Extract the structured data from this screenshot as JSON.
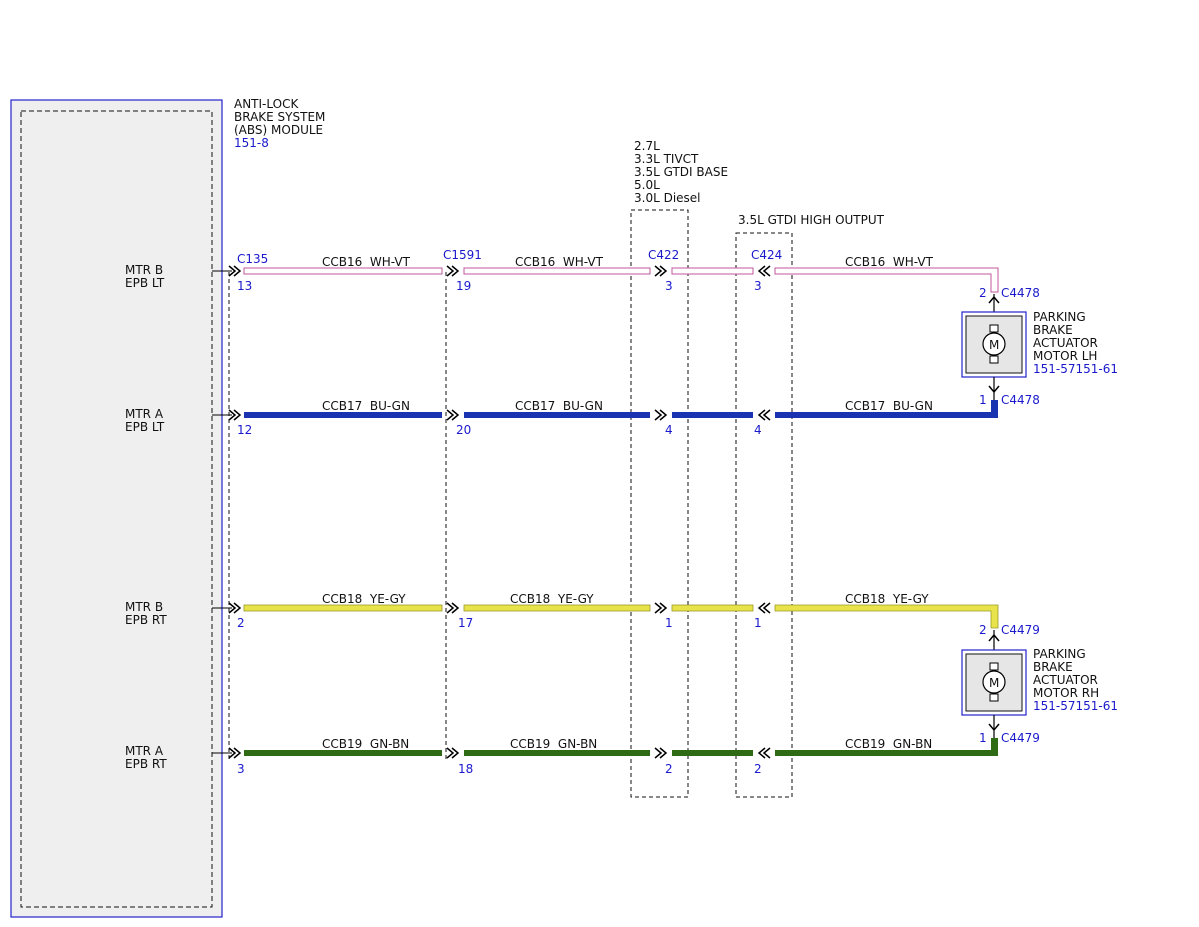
{
  "abs_module": {
    "lines": [
      "ANTI-LOCK",
      "BRAKE SYSTEM",
      "(ABS) MODULE"
    ],
    "ref": "151-8"
  },
  "pins": [
    {
      "line1": "MTR B",
      "line2": "EPB LT"
    },
    {
      "line1": "MTR A",
      "line2": "EPB LT"
    },
    {
      "line1": "MTR B",
      "line2": "EPB RT"
    },
    {
      "line1": "MTR A",
      "line2": "EPB RT"
    }
  ],
  "connectors": {
    "c135": "C135",
    "c1591": "C1591",
    "c422": "C422",
    "c424": "C424"
  },
  "engine_note": {
    "lines": [
      "2.7L",
      "3.3L TIVCT",
      "3.5L GTDI BASE",
      "5.0L",
      "3.0L Diesel"
    ]
  },
  "high_output_note": "3.5L GTDI HIGH OUTPUT",
  "circuits": [
    {
      "label": "CCB16  WH-VT",
      "color": "#c0579a",
      "c135_pin": "13",
      "c1591_pin": "19",
      "c422_pin": "3",
      "c424_pin": "3"
    },
    {
      "label": "CCB17  BU-GN",
      "color": "#1a33b0",
      "c135_pin": "12",
      "c1591_pin": "20",
      "c422_pin": "4",
      "c424_pin": "4"
    },
    {
      "label": "CCB18  YE-GY",
      "color": "#d9d21a",
      "c135_pin": "2",
      "c1591_pin": "17",
      "c422_pin": "1",
      "c424_pin": "1"
    },
    {
      "label": "CCB19  GN-BN",
      "color": "#2e6b14",
      "c135_pin": "3",
      "c1591_pin": "18",
      "c422_pin": "2",
      "c424_pin": "2"
    }
  ],
  "motors": [
    {
      "lines": [
        "PARKING",
        "BRAKE",
        "ACTUATOR",
        "MOTOR LH"
      ],
      "ref": "151-57151-61",
      "symbol": "M",
      "top_connector": "C4478",
      "top_pin": "2",
      "bottom_connector": "C4478",
      "bottom_pin": "1"
    },
    {
      "lines": [
        "PARKING",
        "BRAKE",
        "ACTUATOR",
        "MOTOR RH"
      ],
      "ref": "151-57151-61",
      "symbol": "M",
      "top_connector": "C4479",
      "top_pin": "2",
      "bottom_connector": "C4479",
      "bottom_pin": "1"
    }
  ]
}
